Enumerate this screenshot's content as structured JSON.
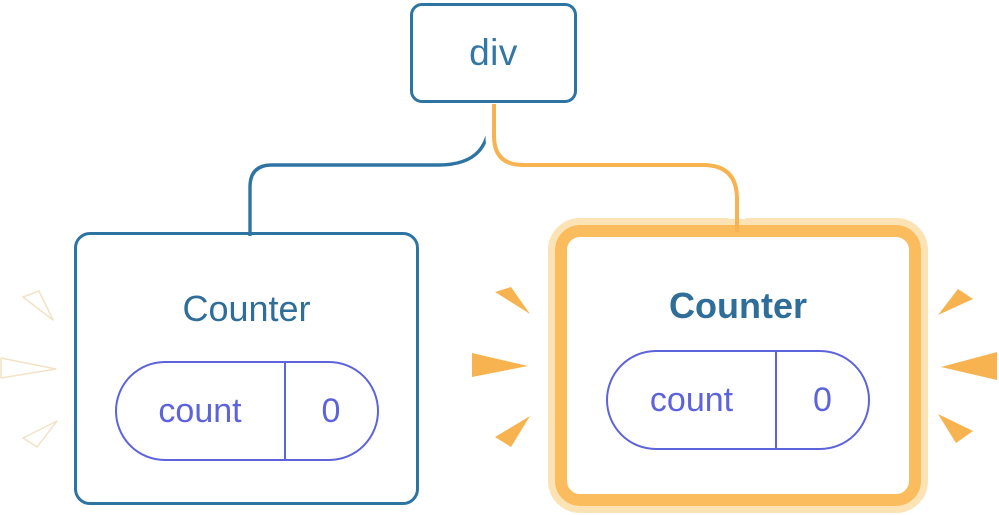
{
  "diagram": {
    "description": "React render tree: a div parent with two Counter children; the right Counter re-renders (highlighted orange with flash bursts)",
    "root": {
      "label": "div"
    },
    "children": [
      {
        "title": "Counter",
        "state": {
          "name": "count",
          "value": "0"
        },
        "highlighted": false
      },
      {
        "title": "Counter",
        "state": {
          "name": "count",
          "value": "0"
        },
        "highlighted": true
      }
    ]
  },
  "decorations": {
    "left_burst": "render-flash-burst-white",
    "middle_burst": "render-flash-burst-orange",
    "right_burst": "render-flash-burst-orange"
  },
  "colors": {
    "node_border_blue": "#2E74A3",
    "node_title_blue": "#2E6E99",
    "state_indigo": "#5D63DA",
    "highlight_orange": "#F7B34F",
    "highlight_ring": "#FBBC5E",
    "highlight_ring_pale": "#FCE3B6",
    "card_background": "#FFFFFF"
  }
}
